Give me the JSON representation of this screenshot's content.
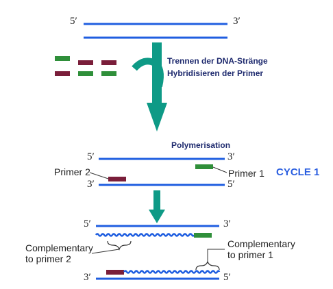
{
  "colors": {
    "strand": "#1f5ee0",
    "primer_green": "#2f8f3a",
    "primer_maroon": "#7a1e3a",
    "arrow": "#0e9a86",
    "cycle": "#2a5ee0",
    "step_text": "#1e2a6e"
  },
  "top": {
    "end_5": "5′",
    "end_3": "3′"
  },
  "steps": {
    "line1": "Trennen der DNA-Stränge",
    "line2": "Hybridisieren der Primer",
    "polymerisation": "Polymerisation"
  },
  "cycle_label": "CYCLE 1",
  "hybrid": {
    "top_5": "5′",
    "top_3": "3′",
    "bottom_3": "3′",
    "bottom_5": "5′",
    "primer2": "Primer 2",
    "primer1": "Primer 1"
  },
  "extended": {
    "top_5": "5′",
    "top_3": "3′",
    "bottom_3": "3′",
    "bottom_5": "5′",
    "comp2_line1": "Complementary",
    "comp2_line2": "to primer 2",
    "comp1_line1": "Complementary",
    "comp1_line2": "to primer 1"
  }
}
